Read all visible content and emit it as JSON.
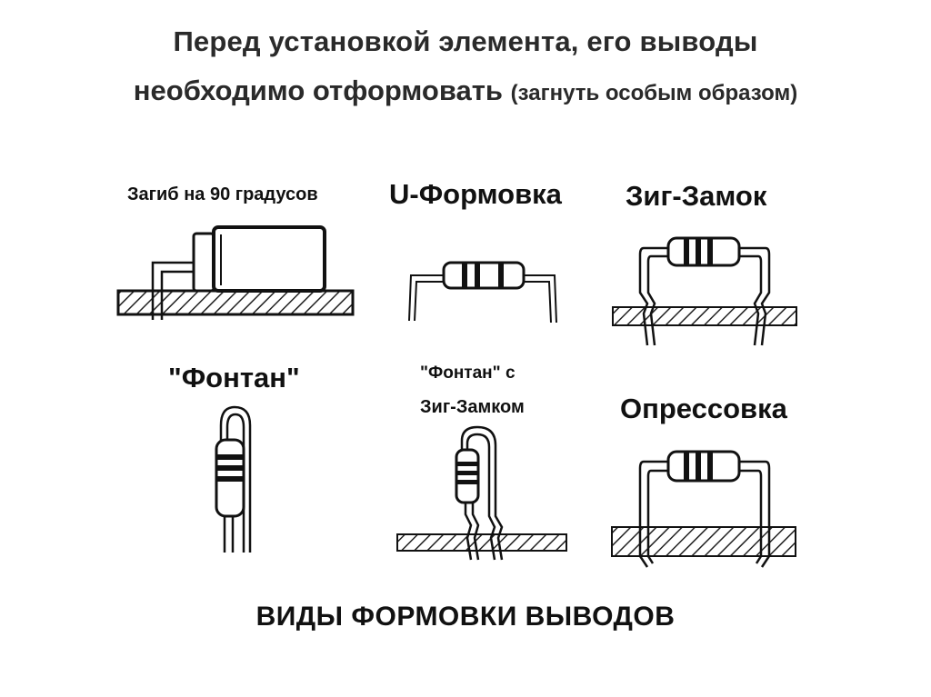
{
  "header": {
    "line1": "Перед установкой элемента, его выводы",
    "line2_main": "необходимо отформовать",
    "line2_paren": "(загнуть особым образом)"
  },
  "diagram": {
    "labels": {
      "bend90": "Загиб на 90 градусов",
      "u_form": "U-Формовка",
      "zig_lock": "Зиг-Замок",
      "fountain": "\"Фонтан\"",
      "fountain_zig_1": "\"Фонтан\" с",
      "fountain_zig_2": "Зиг-Замком",
      "crimp": "Опрессовка"
    },
    "caption": "ВИДЫ ФОРМОВКИ ВЫВОДОВ"
  }
}
